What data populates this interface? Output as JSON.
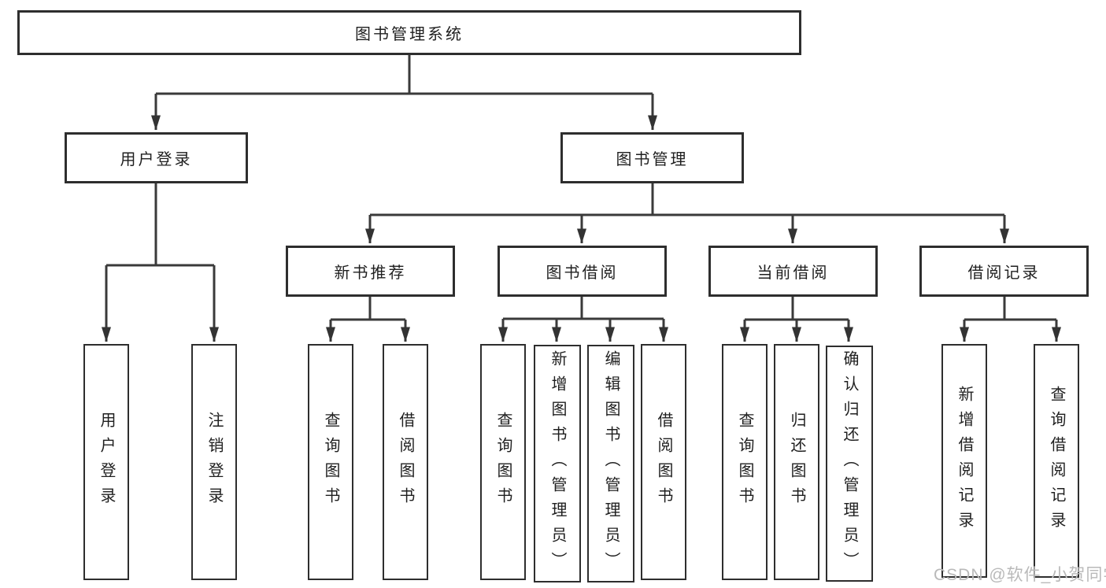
{
  "diagram": {
    "root": {
      "label": "图书管理系统"
    },
    "level2": [
      {
        "label": "用户登录"
      },
      {
        "label": "图书管理"
      }
    ],
    "level3": [
      {
        "label": "新书推荐"
      },
      {
        "label": "图书借阅"
      },
      {
        "label": "当前借阅"
      },
      {
        "label": "借阅记录"
      }
    ],
    "leaves": [
      {
        "label": "用户登录"
      },
      {
        "label": "注销登录"
      },
      {
        "label": "查询图书"
      },
      {
        "label": "借阅图书"
      },
      {
        "label": "查询图书"
      },
      {
        "label": "新增图书（管理员）"
      },
      {
        "label": "编辑图书（管理员）"
      },
      {
        "label": "借阅图书"
      },
      {
        "label": "查询图书"
      },
      {
        "label": "归还图书"
      },
      {
        "label": "确认归还（管理员）"
      },
      {
        "label": "新增借阅记录"
      },
      {
        "label": "查询借阅记录"
      }
    ]
  },
  "watermark": {
    "text": "CSDN @软件_小贺同学"
  },
  "colors": {
    "box_border": "#2e2e2e",
    "connector": "#3a3a3a",
    "text": "#1f1f1f",
    "watermark": "#b9b9b9",
    "background": "#ffffff"
  }
}
